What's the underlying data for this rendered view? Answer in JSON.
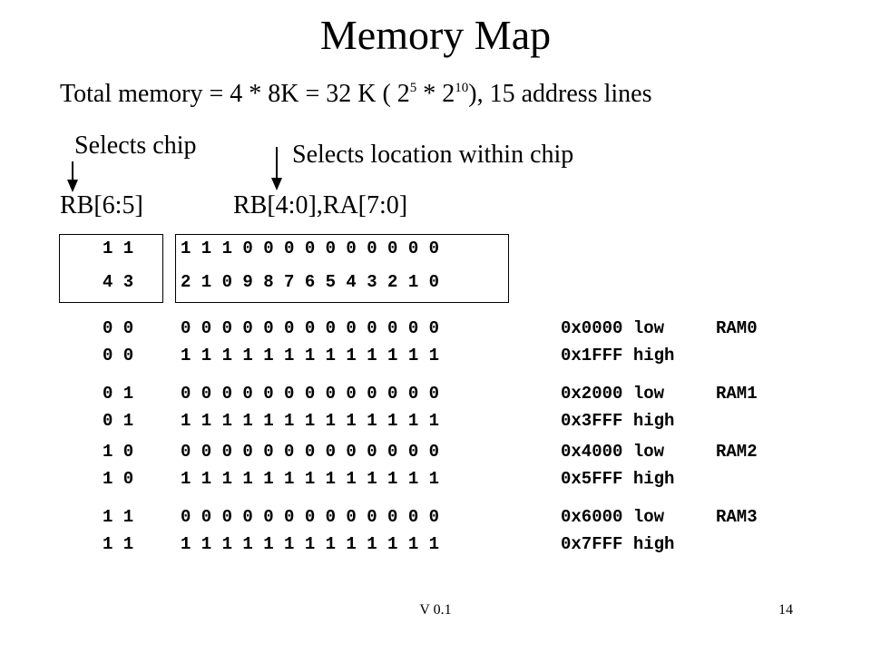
{
  "title": "Memory Map",
  "total_memory": {
    "prefix": "Total memory = 4 * 8K = 32 K ( 2",
    "exp1": "5",
    "mid": " * 2",
    "exp2": "10",
    "suffix": "), 15 address lines"
  },
  "labels": {
    "selects_chip": "Selects chip",
    "selects_location": "Selects location within chip",
    "chip_bits": "RB[6:5]",
    "location_bits": "RB[4:0],RA[7:0]"
  },
  "bit_header": {
    "chip_row1": "1 1",
    "chip_row2": "4 3",
    "loc_row1": "1 1 1 0 0 0 0 0 0 0 0 0 0",
    "loc_row2": "2 1 0 9 8 7 6 5 4 3 2 1 0"
  },
  "rows": [
    {
      "chip": "0 0",
      "bits": "0 0 0 0 0 0 0 0 0 0 0 0 0",
      "addr": "0x0000 low",
      "ram": "RAM0"
    },
    {
      "chip": "0 0",
      "bits": "1 1 1 1 1 1 1 1 1 1 1 1 1",
      "addr": "0x1FFF high",
      "ram": ""
    },
    {
      "chip": "0 1",
      "bits": "0 0 0 0 0 0 0 0 0 0 0 0 0",
      "addr": "0x2000 low",
      "ram": "RAM1"
    },
    {
      "chip": "0 1",
      "bits": "1 1 1 1 1 1 1 1 1 1 1 1 1",
      "addr": "0x3FFF high",
      "ram": ""
    },
    {
      "chip": "1 0",
      "bits": "0 0 0 0 0 0 0 0 0 0 0 0 0",
      "addr": "0x4000 low",
      "ram": "RAM2"
    },
    {
      "chip": "1 0",
      "bits": "1 1 1 1 1 1 1 1 1 1 1 1 1",
      "addr": "0x5FFF high",
      "ram": ""
    },
    {
      "chip": "1 1",
      "bits": "0 0 0 0 0 0 0 0 0 0 0 0 0",
      "addr": "0x6000 low",
      "ram": "RAM3"
    },
    {
      "chip": "1 1",
      "bits": "1 1 1 1 1 1 1 1 1 1 1 1 1",
      "addr": "0x7FFF high",
      "ram": ""
    }
  ],
  "footer": {
    "version": "V 0.1",
    "page_number": "14"
  }
}
